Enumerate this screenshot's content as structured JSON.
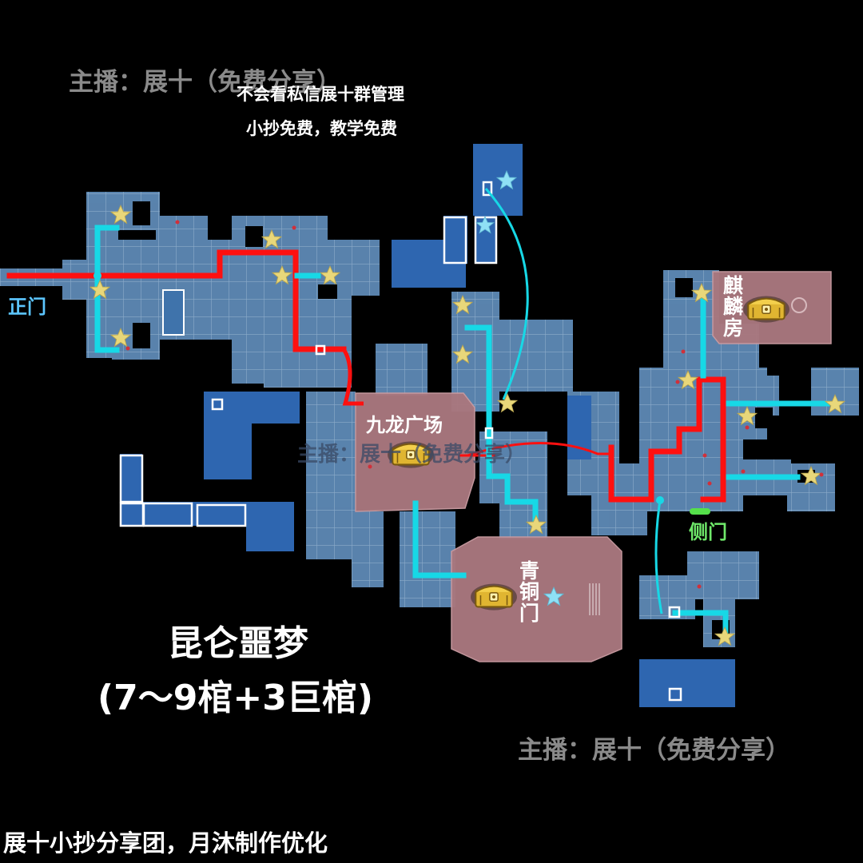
{
  "map": {
    "title": "昆仑噩梦",
    "subtitle": "(7～9棺+3巨棺)",
    "watermark_top": "主播：展十（免费分享）",
    "watermark_bottom": "主播：展十（免费分享）",
    "watermark_center": "主播：展十（免费分享）",
    "note_line1": "不会看私信展十群管理",
    "note_line2": "小抄免费，教学免费",
    "footer": "展十小抄分享团，月沐制作优化",
    "labels": {
      "front_gate": "正门",
      "side_gate": "侧门",
      "nine_dragon": "九龙广场",
      "qilin_room": "麒麟房",
      "bronze_gate": "青铜门"
    },
    "colors": {
      "room_fill": "#3b6fa8",
      "room_light": "#6a93bd",
      "hall_fill": "#a9777e",
      "red_path": "#ff1010",
      "cyan_path": "#17d8e6",
      "star": "#e8d77a",
      "blue_star": "#8fe0f5",
      "front_gate_text": "#5cc6ff",
      "side_gate_text": "#6fe86a",
      "watermark": "#8a8a8a"
    },
    "icons": [
      "treasure-chest-icon",
      "star-marker-icon",
      "blue-star-marker-icon",
      "white-box-marker-icon"
    ]
  }
}
